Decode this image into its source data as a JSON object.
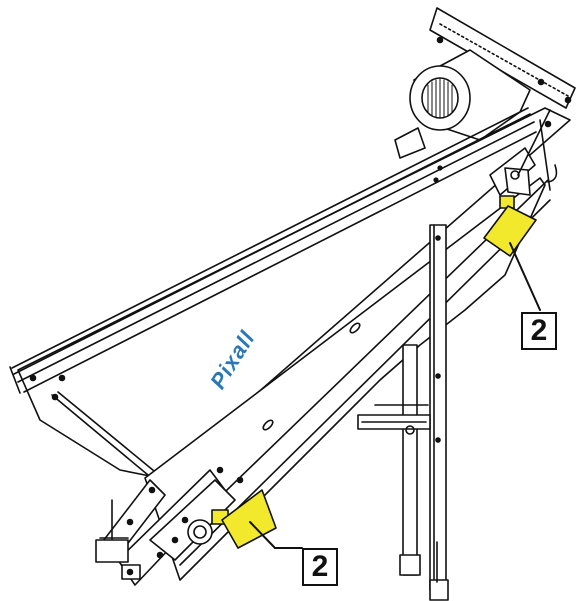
{
  "diagram": {
    "brand_text": "Pixall",
    "callouts": [
      {
        "id": "upper",
        "label": "2"
      },
      {
        "id": "lower",
        "label": "2"
      }
    ],
    "colors": {
      "line": "#111111",
      "body_fill": "#ffffff",
      "marker_yellow": "#f2e92c",
      "brand_blue": "#2a78b8"
    }
  }
}
